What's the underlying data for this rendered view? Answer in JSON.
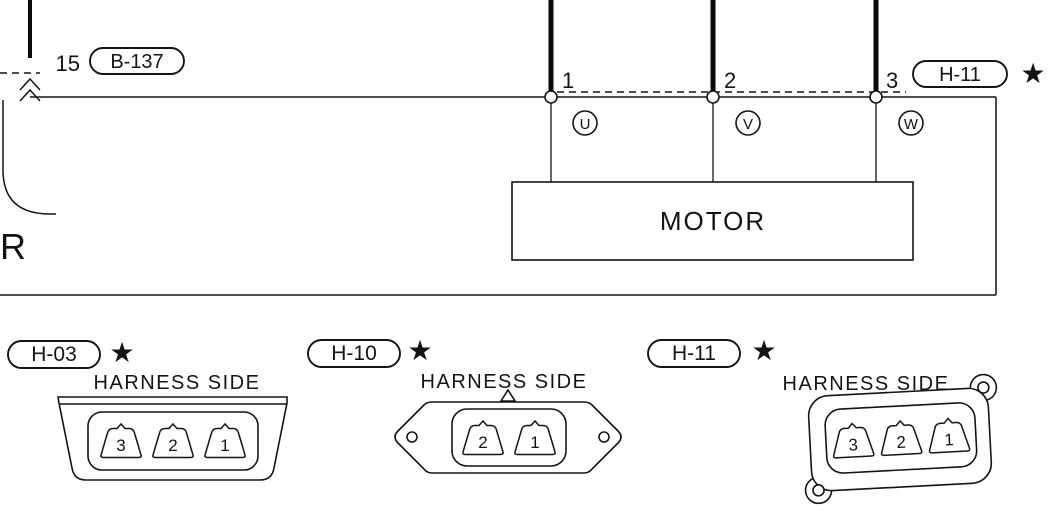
{
  "top": {
    "pin_15": "15",
    "connector_b137": "B-137",
    "wire_pins": [
      "1",
      "2",
      "3"
    ],
    "connector_h11": "H-11",
    "star": "★",
    "phases": [
      "U",
      "V",
      "W"
    ],
    "motor": "MOTOR",
    "cutoff_text": "R"
  },
  "bottom": {
    "connectors": [
      {
        "id": "H-03",
        "star": "★",
        "side_label": "HARNESS SIDE",
        "pins": [
          "3",
          "2",
          "1"
        ]
      },
      {
        "id": "H-10",
        "star": "★",
        "side_label": "HARNESS SIDE",
        "pins": [
          "2",
          "1"
        ]
      },
      {
        "id": "H-11",
        "star": "★",
        "side_label": "HARNESS SIDE",
        "pins": [
          "3",
          "2",
          "1"
        ]
      }
    ]
  }
}
